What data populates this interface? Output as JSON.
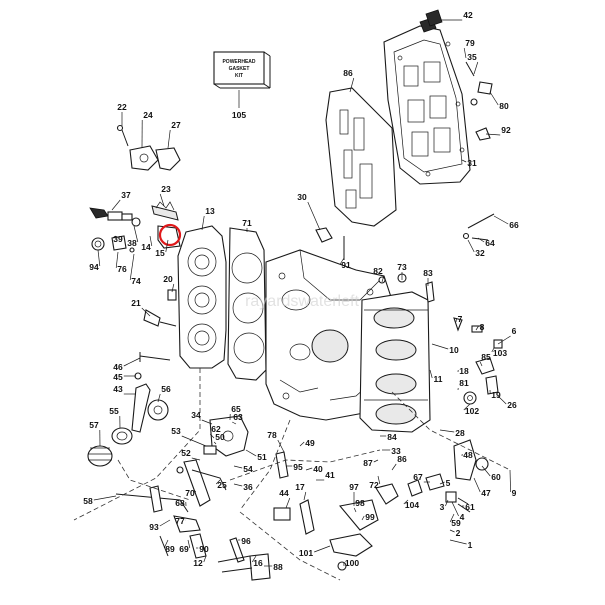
{
  "diagram": {
    "gasket_kit_box": {
      "lines": [
        "POWERHEAD",
        "GASKET",
        "KIT"
      ],
      "callout": "105"
    },
    "watermark": "rayardswaterleft",
    "highlight_color": "#e0191b",
    "callouts": [
      {
        "id": "42"
      },
      {
        "id": "79"
      },
      {
        "id": "35"
      },
      {
        "id": "86"
      },
      {
        "id": "80"
      },
      {
        "id": "92"
      },
      {
        "id": "31"
      },
      {
        "id": "22"
      },
      {
        "id": "24"
      },
      {
        "id": "27"
      },
      {
        "id": "23"
      },
      {
        "id": "37"
      },
      {
        "id": "13"
      },
      {
        "id": "71"
      },
      {
        "id": "30"
      },
      {
        "id": "66"
      },
      {
        "id": "64"
      },
      {
        "id": "32"
      },
      {
        "id": "39"
      },
      {
        "id": "38"
      },
      {
        "id": "14"
      },
      {
        "id": "15"
      },
      {
        "id": "94"
      },
      {
        "id": "76"
      },
      {
        "id": "74"
      },
      {
        "id": "91"
      },
      {
        "id": "82"
      },
      {
        "id": "73"
      },
      {
        "id": "83"
      },
      {
        "id": "20"
      },
      {
        "id": "21"
      },
      {
        "id": "7"
      },
      {
        "id": "8"
      },
      {
        "id": "6"
      },
      {
        "id": "85"
      },
      {
        "id": "103"
      },
      {
        "id": "10"
      },
      {
        "id": "11"
      },
      {
        "id": "46"
      },
      {
        "id": "45"
      },
      {
        "id": "43"
      },
      {
        "id": "56"
      },
      {
        "id": "81"
      },
      {
        "id": "18"
      },
      {
        "id": "19"
      },
      {
        "id": "26"
      },
      {
        "id": "102"
      },
      {
        "id": "55"
      },
      {
        "id": "34"
      },
      {
        "id": "65"
      },
      {
        "id": "63"
      },
      {
        "id": "62"
      },
      {
        "id": "53"
      },
      {
        "id": "57"
      },
      {
        "id": "78"
      },
      {
        "id": "49"
      },
      {
        "id": "84"
      },
      {
        "id": "28"
      },
      {
        "id": "33"
      },
      {
        "id": "95"
      },
      {
        "id": "50"
      },
      {
        "id": "52"
      },
      {
        "id": "51"
      },
      {
        "id": "86b",
        "text": "86"
      },
      {
        "id": "40"
      },
      {
        "id": "41"
      },
      {
        "id": "87"
      },
      {
        "id": "54"
      },
      {
        "id": "60"
      },
      {
        "id": "72"
      },
      {
        "id": "67"
      },
      {
        "id": "25"
      },
      {
        "id": "36"
      },
      {
        "id": "48"
      },
      {
        "id": "47"
      },
      {
        "id": "17"
      },
      {
        "id": "58"
      },
      {
        "id": "70"
      },
      {
        "id": "68"
      },
      {
        "id": "9"
      },
      {
        "id": "44"
      },
      {
        "id": "5"
      },
      {
        "id": "3"
      },
      {
        "id": "4"
      },
      {
        "id": "2"
      },
      {
        "id": "1"
      },
      {
        "id": "59"
      },
      {
        "id": "61"
      },
      {
        "id": "104"
      },
      {
        "id": "97"
      },
      {
        "id": "98"
      },
      {
        "id": "99"
      },
      {
        "id": "12"
      },
      {
        "id": "93"
      },
      {
        "id": "77"
      },
      {
        "id": "96"
      },
      {
        "id": "16"
      },
      {
        "id": "89"
      },
      {
        "id": "69"
      },
      {
        "id": "90"
      },
      {
        "id": "88"
      },
      {
        "id": "101"
      },
      {
        "id": "100"
      }
    ]
  }
}
